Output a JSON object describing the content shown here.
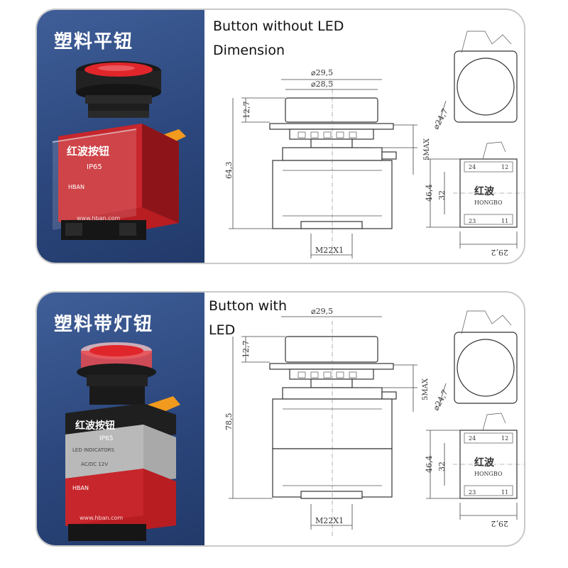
{
  "top": {
    "panel_title": "塑料平钮",
    "caption_line1": "Button without LED",
    "caption_line2": "Dimension",
    "product_brand": "红波按钮",
    "product_rating": "IP65",
    "product_maker": "HBAN",
    "product_site": "www.hban.com",
    "dims": {
      "dia_outer": "⌀29,5",
      "dia_inner": "⌀28,5",
      "head_height": "12,7",
      "total_height": "64,3",
      "thread": "M22X1",
      "panel_max": "5MAX",
      "dia_side": "⌀24,7",
      "width_side": "29,2",
      "height_side": "46,4",
      "inner_side": "32",
      "terminal_tl": "24",
      "terminal_tr": "12",
      "terminal_bl": "23",
      "terminal_br": "11",
      "block_label": "红波",
      "block_sub": "HONGBO"
    },
    "product_color": "#e0262b"
  },
  "bottom": {
    "panel_title": "塑料带灯钮",
    "caption_line1": "Button with",
    "caption_line2": "LED",
    "product_brand": "红波按钮",
    "product_rating": "IP65",
    "product_led": "LED INDICATORS",
    "product_voltage": "AC/DC 12V",
    "product_maker": "HBAN",
    "product_site": "www.hban.com",
    "dims": {
      "dia_outer": "⌀29,5",
      "head_height": "12,7",
      "total_height": "78,5",
      "thread": "M22X1",
      "panel_max": "5MAX",
      "dia_side": "⌀24,7",
      "width_side": "29,2",
      "height_side": "46,4",
      "inner_side": "32",
      "terminal_tl": "24",
      "terminal_tr": "12",
      "terminal_bl": "23",
      "terminal_br": "11",
      "block_label": "红波",
      "block_sub": "HONGBO"
    },
    "product_color": "#e0262b"
  }
}
